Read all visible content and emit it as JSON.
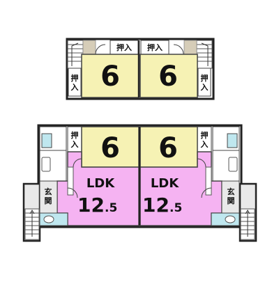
{
  "colors": {
    "tatami": "#f6f2b4",
    "ldk": "#f5b3f2",
    "bath": "#bfe7ef",
    "floor": "#e9e9e9",
    "wall": "#222222",
    "wood": "#d6cdb8"
  },
  "icons": [
    "staircase-icon",
    "door-swing-icon",
    "toilet-icon",
    "bathtub-icon",
    "sink-icon",
    "kitchen-counter-icon"
  ],
  "floor2": {
    "rooms": [
      {
        "size": "6"
      },
      {
        "size": "6"
      }
    ],
    "closets": [
      "押入",
      "押入",
      "押入",
      "押入"
    ]
  },
  "floor1": {
    "rooms": [
      {
        "size": "6"
      },
      {
        "size": "6"
      }
    ],
    "closets": [
      "押入",
      "押入"
    ],
    "ldk": [
      {
        "label": "LDK",
        "size": "12",
        "decimal": ".5"
      },
      {
        "label": "LDK",
        "size": "12",
        "decimal": ".5"
      }
    ],
    "entrances": [
      "玄関",
      "玄関"
    ]
  }
}
